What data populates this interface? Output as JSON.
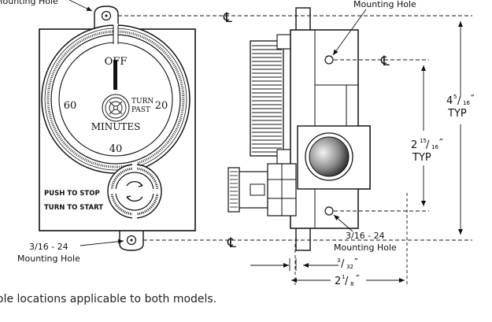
{
  "front": {
    "dial_labels": {
      "off": "OFF",
      "sixty": "60",
      "twenty": "20",
      "forty": "40",
      "minutes": "MINUTES",
      "turn": "TURN",
      "past": "PAST"
    },
    "instructions": {
      "push": "PUSH TO STOP",
      "turn": "TURN TO START"
    }
  },
  "callouts": {
    "top_left_mount": "Mounting Hole",
    "bottom_left_thread": "3/16 - 24",
    "bottom_left_mount": "Mounting Hole",
    "top_right_mount": "Mounting Hole",
    "bottom_right_thread": "3/16 - 24",
    "bottom_right_mount": "Mounting Hole"
  },
  "centerline": "℄",
  "dimensions": {
    "overall": {
      "whole": "4",
      "num": "5",
      "den": "16",
      "mark": "″",
      "typ": "TYP"
    },
    "holes": {
      "whole": "2",
      "num": "15",
      "den": "16",
      "mark": "″",
      "typ": "TYP"
    },
    "offset": {
      "num": "3",
      "den": "32",
      "mark": "″"
    },
    "depth": {
      "whole": "2",
      "num": "1",
      "den": "8",
      "mark": "″"
    }
  },
  "footnote": "ole locations applicable to both models."
}
